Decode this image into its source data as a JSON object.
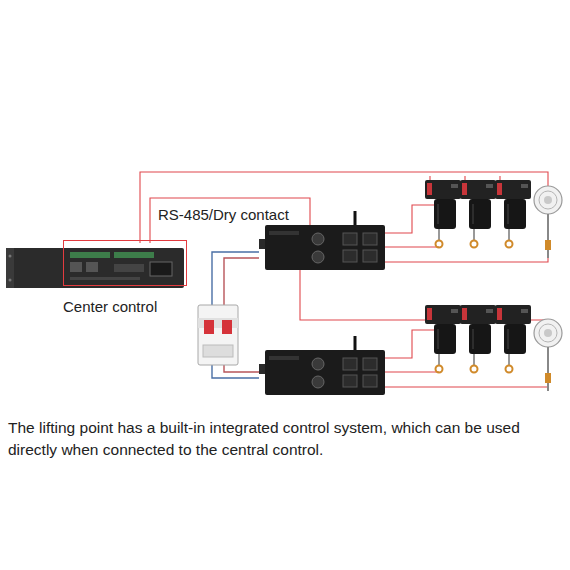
{
  "diagram": {
    "caption": "The lifting point has a built-in integrated control system, which can be used directly when connected to the central control.",
    "nodes": [
      {
        "text": [
          "Center control"
        ]
      }
    ],
    "labels": [
      "RS-485/Dry contact"
    ]
  }
}
